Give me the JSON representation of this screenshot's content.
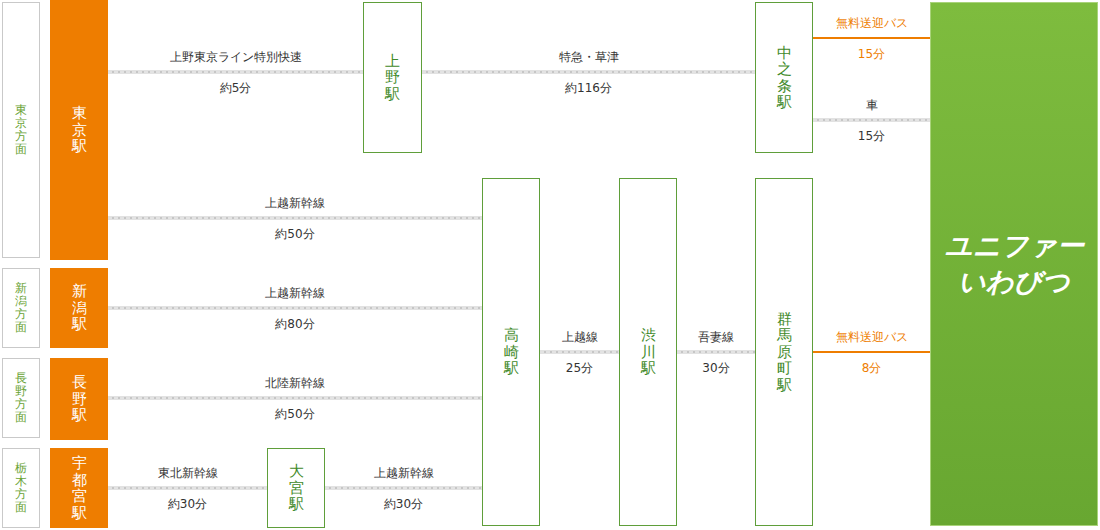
{
  "diagram": {
    "nodes": [
      {
        "text": [
          "東京方面"
        ]
      },
      {
        "text": [
          "東京駅"
        ]
      },
      {
        "text": [
          "新潟方面"
        ]
      },
      {
        "text": [
          "新潟駅"
        ]
      },
      {
        "text": [
          "長野方面"
        ]
      },
      {
        "text": [
          "長野駅"
        ]
      },
      {
        "text": [
          "栃木方面"
        ]
      },
      {
        "text": [
          "宇都宮駅"
        ]
      },
      {
        "text": [
          "上野駅"
        ]
      },
      {
        "text": [
          "大宮駅"
        ]
      },
      {
        "text": [
          "高崎駅"
        ]
      },
      {
        "text": [
          "渋川駅"
        ]
      },
      {
        "text": [
          "中之条駅"
        ]
      },
      {
        "text": [
          "群馬原町駅"
        ]
      },
      {
        "text": [
          "ユニファー いわびつ"
        ]
      }
    ],
    "edges": [
      {
        "from": 1,
        "to": 8,
        "arrow": "none",
        "label": "上野東京ライン特別快速"
      },
      {
        "from": 8,
        "to": 12,
        "arrow": "none",
        "label": "特急・草津"
      },
      {
        "from": 12,
        "to": 14,
        "arrow": "none",
        "label": "無料送迎バス"
      },
      {
        "from": 12,
        "to": 14,
        "arrow": "none",
        "label": "車"
      },
      {
        "from": 1,
        "to": 10,
        "arrow": "none",
        "label": "上越新幹線"
      },
      {
        "from": 3,
        "to": 10,
        "arrow": "none",
        "label": "上越新幹線"
      },
      {
        "from": 5,
        "to": 10,
        "arrow": "none",
        "label": "北陸新幹線"
      },
      {
        "from": 7,
        "to": 9,
        "arrow": "none",
        "label": "東北新幹線"
      },
      {
        "from": 9,
        "to": 10,
        "arrow": "none",
        "label": "上越新幹線"
      },
      {
        "from": 10,
        "to": 11,
        "arrow": "none",
        "label": "上越線"
      },
      {
        "from": 11,
        "to": 13,
        "arrow": "none",
        "label": "吾妻線"
      },
      {
        "from": 13,
        "to": 14,
        "arrow": "none",
        "label": "無料送迎バス"
      }
    ],
    "labels": [
      "約5分",
      "約116分",
      "15分",
      "15分",
      "約50分",
      "約80分",
      "約50分",
      "約30分",
      "約30分",
      "25分",
      "30分",
      "8分"
    ]
  }
}
